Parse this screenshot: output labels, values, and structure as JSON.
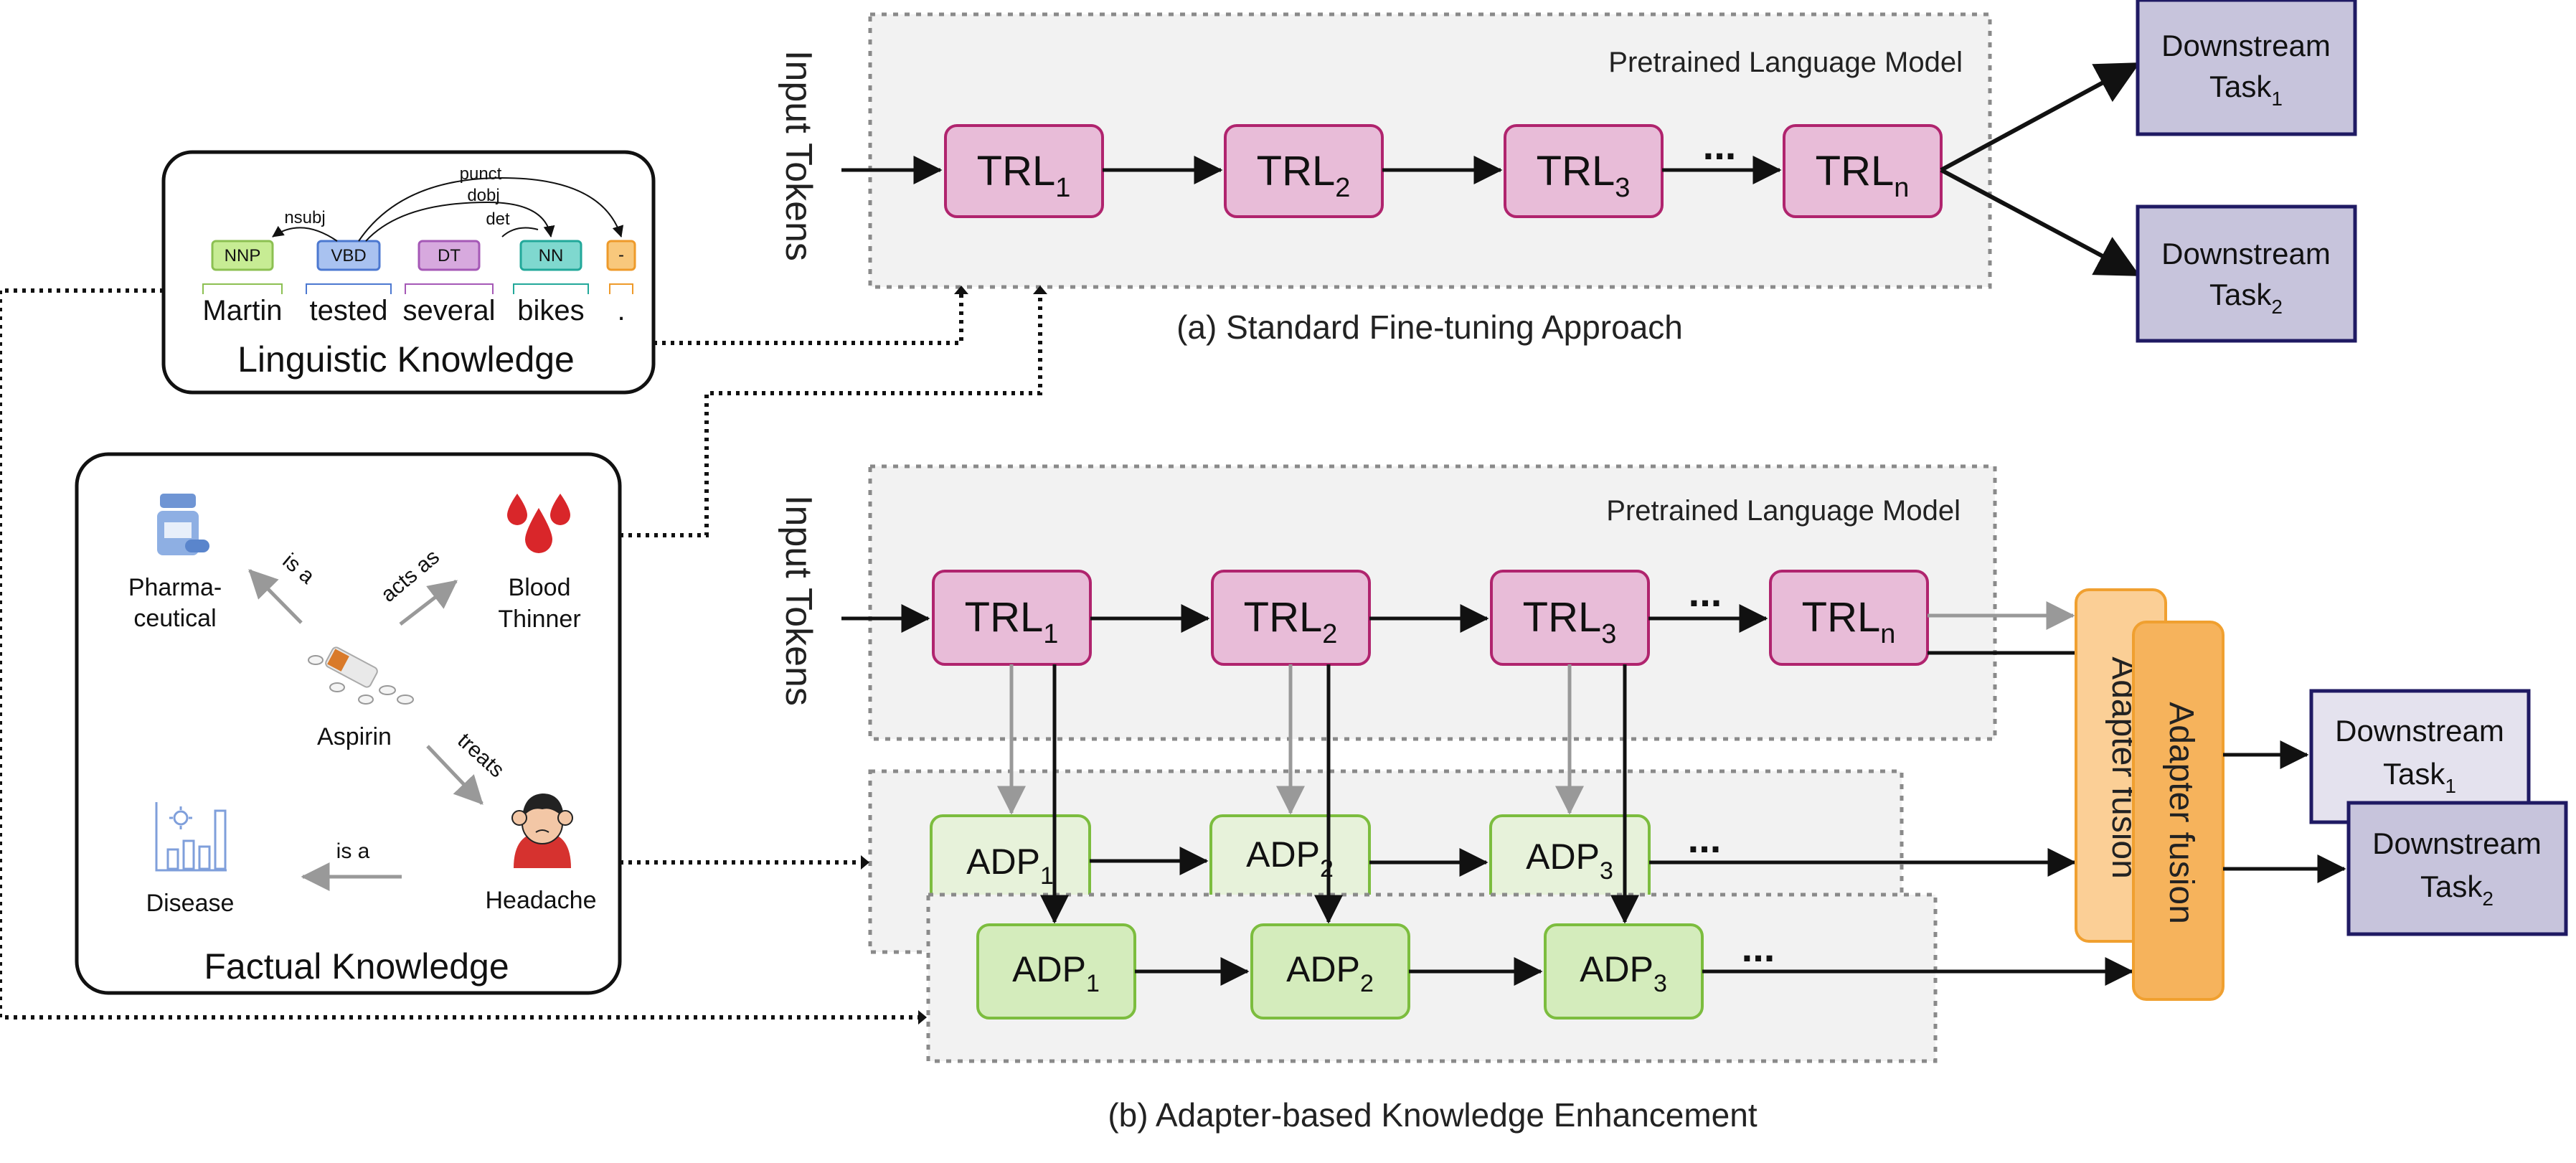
{
  "panel_a": {
    "plm_label": "Pretrained Language Model",
    "input_label": "Input Tokens",
    "caption": "(a) Standard Fine-tuning Approach",
    "layers": [
      {
        "base": "TRL",
        "sub": "1"
      },
      {
        "base": "TRL",
        "sub": "2"
      },
      {
        "base": "TRL",
        "sub": "3"
      },
      {
        "base": "TRL",
        "sub": "n"
      }
    ],
    "ellipsis": "...",
    "tasks": [
      {
        "base": "Downstream",
        "line2": "Task",
        "sub": "1"
      },
      {
        "base": "Downstream",
        "line2": "Task",
        "sub": "2"
      }
    ]
  },
  "panel_b": {
    "plm_label": "Pretrained Language Model",
    "input_label": "Input Tokens",
    "caption": "(b) Adapter-based Knowledge Enhancement",
    "layers": [
      {
        "base": "TRL",
        "sub": "1"
      },
      {
        "base": "TRL",
        "sub": "2"
      },
      {
        "base": "TRL",
        "sub": "3"
      },
      {
        "base": "TRL",
        "sub": "n"
      }
    ],
    "adapters_back": [
      {
        "base": "ADP",
        "sub": "1"
      },
      {
        "base": "ADP",
        "sub": "2"
      },
      {
        "base": "ADP",
        "sub": "3"
      }
    ],
    "adapters_front": [
      {
        "base": "ADP",
        "sub": "1"
      },
      {
        "base": "ADP",
        "sub": "2"
      },
      {
        "base": "ADP",
        "sub": "3"
      }
    ],
    "ellipsis": "...",
    "fusion_label": "Adapter fusion",
    "tasks": [
      {
        "base": "Downstream",
        "line2": "Task",
        "sub": "1"
      },
      {
        "base": "Downstream",
        "line2": "Task",
        "sub": "2"
      }
    ]
  },
  "linguistic": {
    "title": "Linguistic Knowledge",
    "tags": [
      "NNP",
      "VBD",
      "DT",
      "NN",
      "-"
    ],
    "words": [
      "Martin",
      "tested",
      "several",
      "bikes",
      "."
    ],
    "arcs": [
      "nsubj",
      "punct",
      "dobj",
      "det"
    ]
  },
  "factual": {
    "title": "Factual Knowledge",
    "entities": [
      "Pharma-",
      "ceutical",
      "Blood",
      "Thinner",
      "Aspirin",
      "Disease",
      "Headache"
    ],
    "relations": [
      "is a",
      "acts as",
      "treats",
      "is a"
    ]
  },
  "colors": {
    "trl_fill": "#e8bcd8",
    "trl_stroke": "#b0246e",
    "adp_fill": "#d4ecbc",
    "adp_stroke": "#7cbd3e",
    "adp_back_fill": "#e7f2da",
    "task_fill": "#c7c4dc",
    "task_back_fill": "#e4e2ee",
    "task_stroke": "#1f1a63",
    "fusion_back": "#fbcf96",
    "fusion_front": "#f6b35c",
    "fusion_stroke": "#f0a030",
    "plm_bg": "#f2f2f2",
    "dotted": "#8a8a8a",
    "tag_nnp": "#c7ec94",
    "tag_vbd": "#a9c2f0",
    "tag_dt": "#d7a9de",
    "tag_nn": "#7fd8cf",
    "tag_punct": "#f8c87c"
  }
}
